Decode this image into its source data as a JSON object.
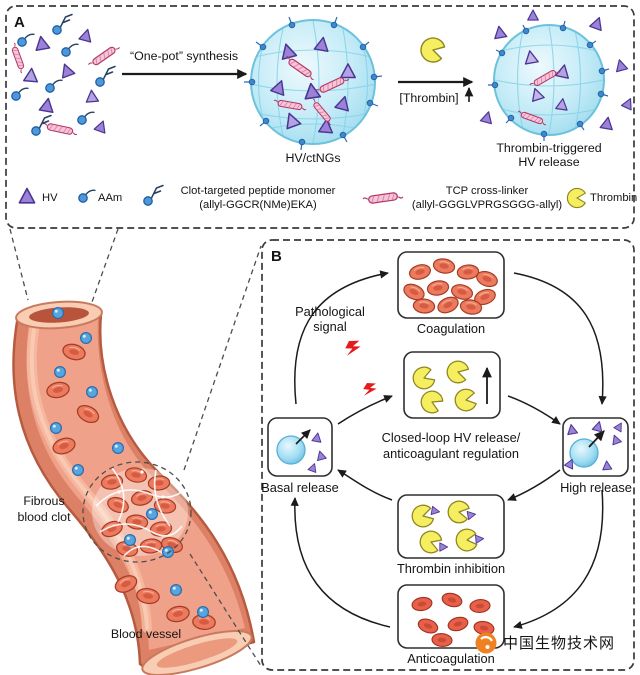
{
  "panel_a": {
    "label": "A",
    "synthesis_label": "“One-pot” synthesis",
    "nanogel_label": "HV/ctNGs",
    "thrombin_label": "[Thrombin]",
    "release_line1": "Thrombin-triggered",
    "release_line2": "HV release",
    "legend": {
      "hv": "HV",
      "aam": "AAm",
      "peptide_line1": "Clot-targeted peptide monomer",
      "peptide_line2": "(allyl-GGCR(NMe)EKA)",
      "tcp_line1": "TCP cross-linker",
      "tcp_line2": "(allyl-GGGLVPRGSGGG-allyl)",
      "thrombin": "Thrombin"
    }
  },
  "panel_b": {
    "label": "B",
    "pathological_line1": "Pathological",
    "pathological_line2": "signal",
    "center_line1": "Closed-loop HV release/",
    "center_line2": "anticoagulant regulation",
    "nodes": {
      "coagulation": "Coagulation",
      "basal": "Basal release",
      "high": "High release",
      "inhibition": "Thrombin inhibition",
      "anticoagulation": "Anticoagulation"
    }
  },
  "vessel": {
    "clot_line1": "Fibrous",
    "clot_line2": "blood clot",
    "label": "Blood vessel"
  },
  "watermark": {
    "text": "中国生物技术网"
  },
  "colors": {
    "hv_purple": "#9b82d8",
    "nanogel_blue": "#c6ecf7",
    "thrombin_yellow": "#f4ee60",
    "tcp_pink": "#f7c6d6",
    "rbc_red": "#ec7a5e",
    "signal_red": "#e61c1c"
  }
}
